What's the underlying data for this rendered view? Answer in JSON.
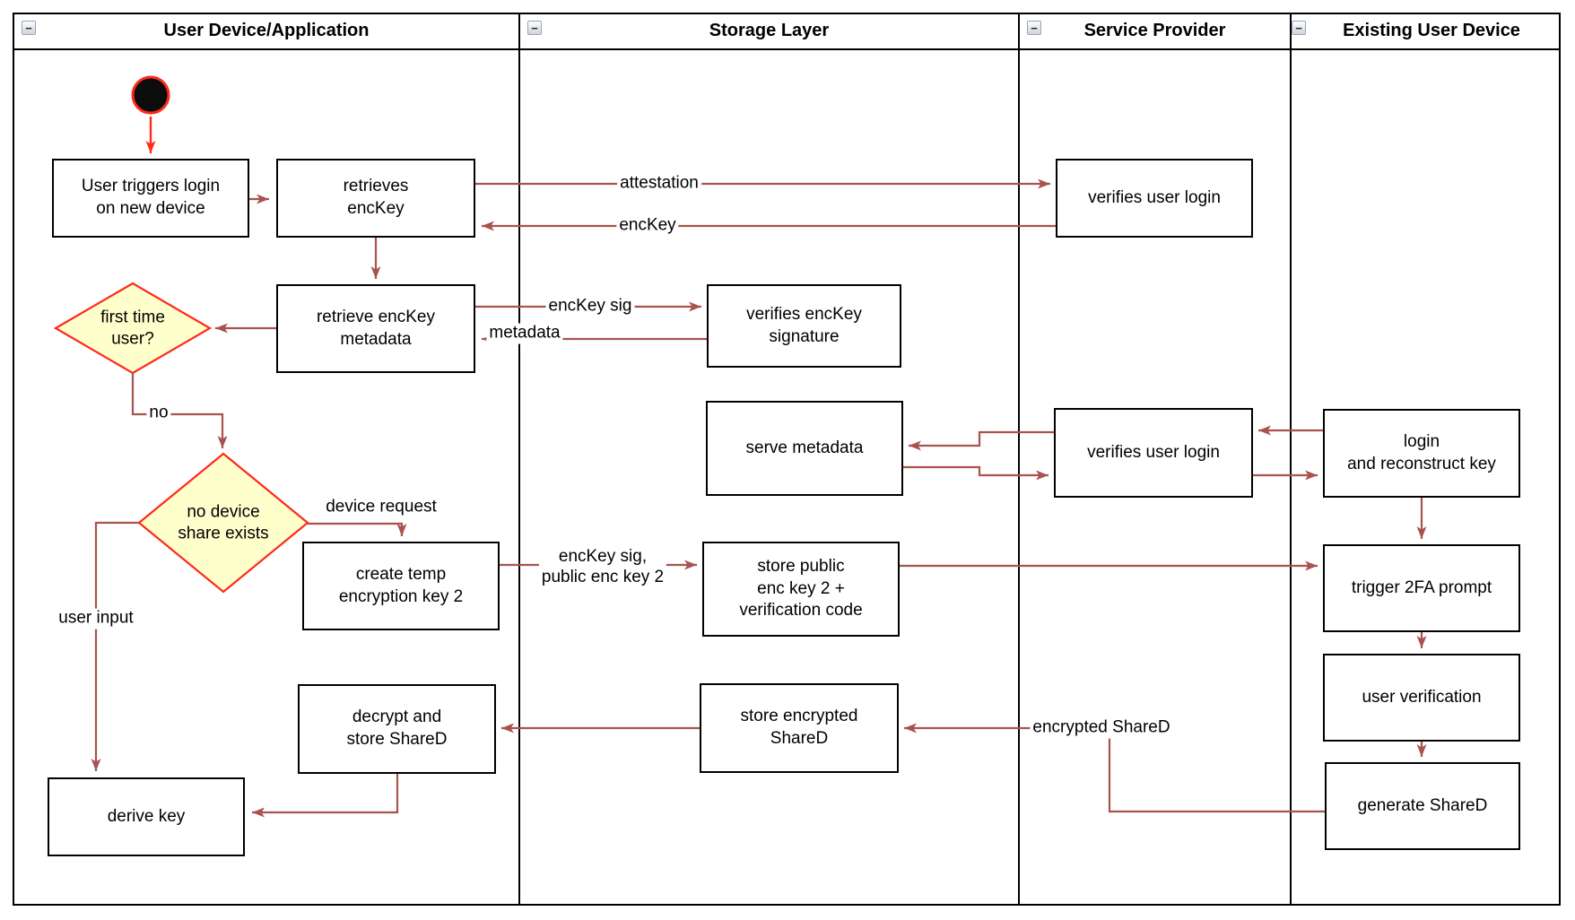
{
  "lanes": {
    "user_device": {
      "label": "User Device/Application"
    },
    "storage": {
      "label": "Storage Layer"
    },
    "service_provider": {
      "label": "Service Provider"
    },
    "existing_device": {
      "label": "Existing User Device"
    }
  },
  "icons": {
    "collapse_minus": "−"
  },
  "nodes": {
    "start": {
      "type": "initial-node"
    },
    "user_triggers": {
      "label": "User triggers login\non new device"
    },
    "retrieves_enckey": {
      "label": "retrieves\nencKey"
    },
    "retrieve_metadata": {
      "label": "retrieve encKey\nmetadata"
    },
    "first_time_user": {
      "label": "first time\nuser?"
    },
    "no_device_share": {
      "label": "no device\nshare exists"
    },
    "create_temp_key": {
      "label": "create temp\nencryption key 2"
    },
    "decrypt_store": {
      "label": "decrypt and\nstore ShareD"
    },
    "derive_key": {
      "label": "derive key"
    },
    "verifies_signature": {
      "label": "verifies encKey\nsignature"
    },
    "serve_metadata": {
      "label": "serve metadata"
    },
    "store_public": {
      "label": "store public\nenc key 2 +\nverification code"
    },
    "store_encrypted": {
      "label": "store encrypted\nShareD"
    },
    "sp_verifies_login_top": {
      "label": "verifies user login"
    },
    "sp_verifies_login_mid": {
      "label": "verifies user login"
    },
    "login_reconstruct": {
      "label": "login\nand reconstruct key"
    },
    "trigger_2fa": {
      "label": "trigger 2FA prompt"
    },
    "user_verification": {
      "label": "user verification"
    },
    "generate_shared": {
      "label": "generate ShareD"
    }
  },
  "edge_labels": {
    "attestation": "attestation",
    "enckey": "encKey",
    "enckey_sig": "encKey sig",
    "metadata": "metadata",
    "no": "no",
    "device_request": "device request",
    "enckey_sig_public": "encKey sig,\npublic enc key 2",
    "user_input": "user input",
    "encrypted_shared": "encrypted ShareD"
  },
  "colors": {
    "connector": "#a8534e",
    "start_accent": "#ff0000",
    "decision_fill": "#ffffcc",
    "decision_border": "#ff0000",
    "node_border": "#000000",
    "node_fill": "#ffffff"
  }
}
